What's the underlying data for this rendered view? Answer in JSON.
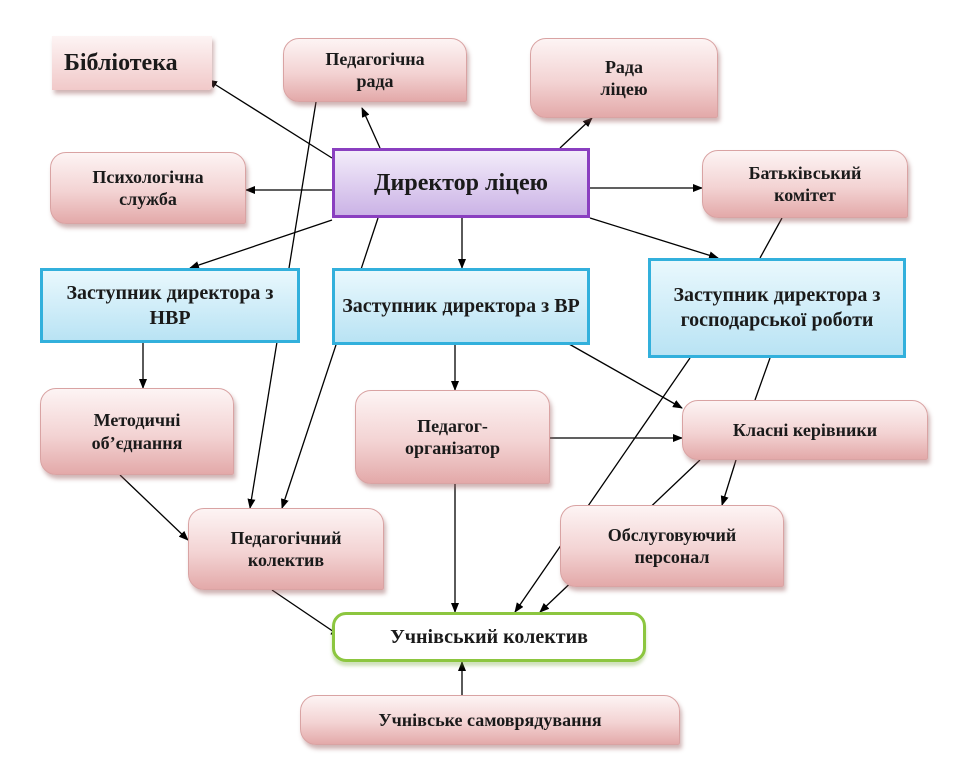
{
  "nodes": {
    "library": "Бібліотека",
    "ped_council": "Педагогічна рада",
    "lyceum_council": "Рада ліцею",
    "director": "Директор ліцею",
    "psych": "Психологічна служба",
    "parents": "Батьківський комітет",
    "deputy_nvr": "Заступник директора з НВР",
    "deputy_vr": "Заступник директора з ВР",
    "deputy_econ": "Заступник директора з господарської роботи",
    "method": "Методичні об’єднання",
    "organizer": "Педагог-організатор",
    "class_teachers": "Класні керівники",
    "ped_staff": "Педагогічний колектив",
    "service": "Обслуговуючий персонал",
    "students": "Учнівський колектив",
    "self_gov": "Учнівське самоврядування"
  }
}
